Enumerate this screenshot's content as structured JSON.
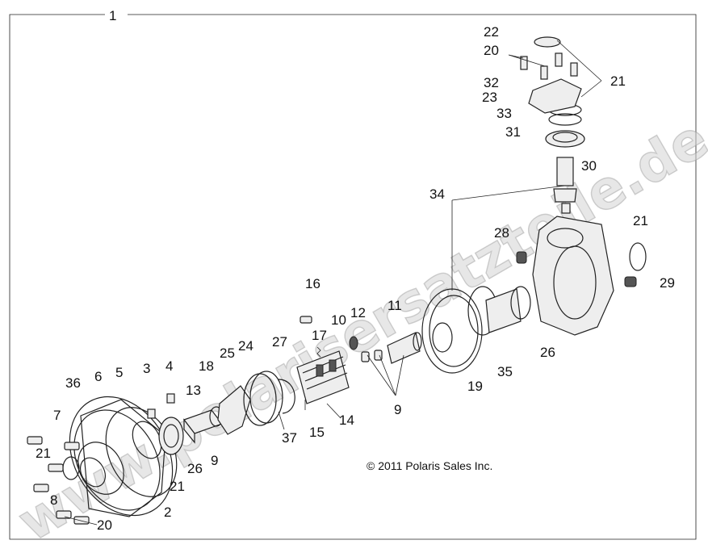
{
  "watermark": "www.polarisersatzteile.de",
  "copyright": "© 2011 Polaris Sales Inc.",
  "callouts": {
    "c1": "1",
    "c2": "2",
    "c3": "3",
    "c4": "4",
    "c5": "5",
    "c6": "6",
    "c7": "7",
    "c8": "8",
    "c9a": "9",
    "c9b": "9",
    "c10": "10",
    "c11": "11",
    "c12": "12",
    "c13": "13",
    "c14": "14",
    "c15": "15",
    "c16": "16",
    "c17": "17",
    "c18": "18",
    "c19": "19",
    "c20a": "20",
    "c20b": "20",
    "c21a": "21",
    "c21b": "21",
    "c21c": "21",
    "c21d": "21",
    "c22": "22",
    "c23": "23",
    "c24": "24",
    "c25": "25",
    "c26a": "26",
    "c26b": "26",
    "c27": "27",
    "c28": "28",
    "c29": "29",
    "c30": "30",
    "c31": "31",
    "c32": "32",
    "c33": "33",
    "c34": "34",
    "c35": "35",
    "c36": "36",
    "c37": "37"
  }
}
